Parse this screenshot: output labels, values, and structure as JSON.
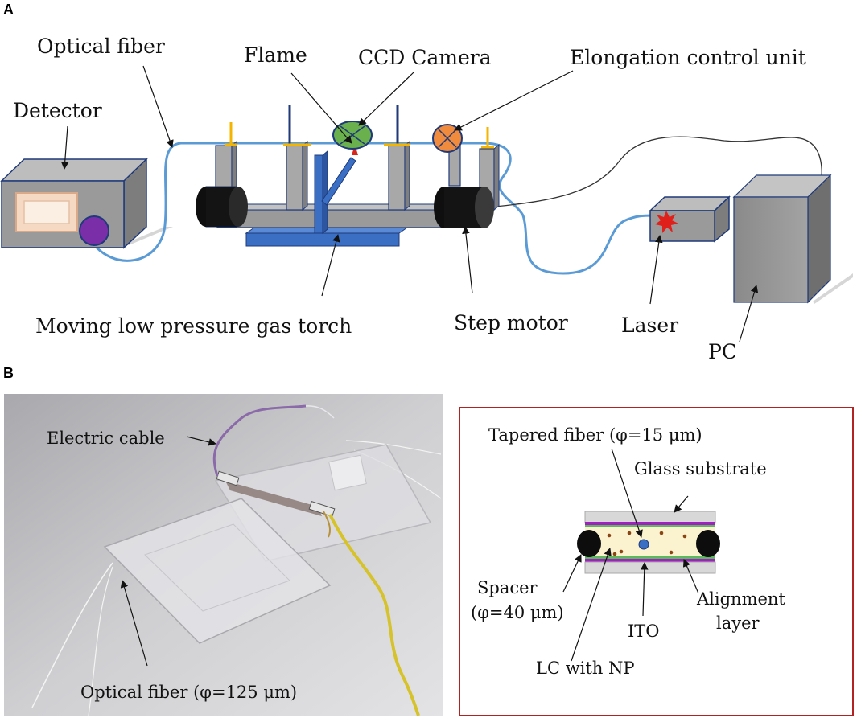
{
  "panel_a": {
    "tag": "A",
    "labels": {
      "optical_fiber": "Optical fiber",
      "flame": "Flame",
      "ccd_camera": "CCD Camera",
      "elongation_control_unit": "Elongation control unit",
      "detector": "Detector",
      "moving_torch": "Moving low pressure gas torch",
      "step_motor": "Step motor",
      "laser": "Laser",
      "pc": "PC"
    }
  },
  "panel_b": {
    "tag": "B",
    "photo_labels": {
      "electric_cable": "Electric cable",
      "optical_fiber": "Optical fiber (φ=125 μm)"
    },
    "inset_labels": {
      "tapered_fiber": "Tapered fiber (φ=15 μm)",
      "glass_substrate": "Glass substrate",
      "spacer_line1": "Spacer",
      "spacer_line2": "(φ=40 μm)",
      "alignment_line1": "Alignment",
      "alignment_line2": "layer",
      "ito": "ITO",
      "lc_with_np": "LC with NP"
    }
  },
  "colors": {
    "fiber": "#5b9bd5",
    "box_gray": "#9a9a9a",
    "rail_blue": "#3a6fc4",
    "camera_green": "#6ab04c",
    "control_orange": "#f08a3c",
    "detector_purple": "#7a2fa8",
    "laser_red": "#e0201b",
    "inset_border": "#b22222",
    "purple_layer": "#a020c0",
    "green_layer": "#5cb85c",
    "lc_fill": "#fbf3d0"
  }
}
